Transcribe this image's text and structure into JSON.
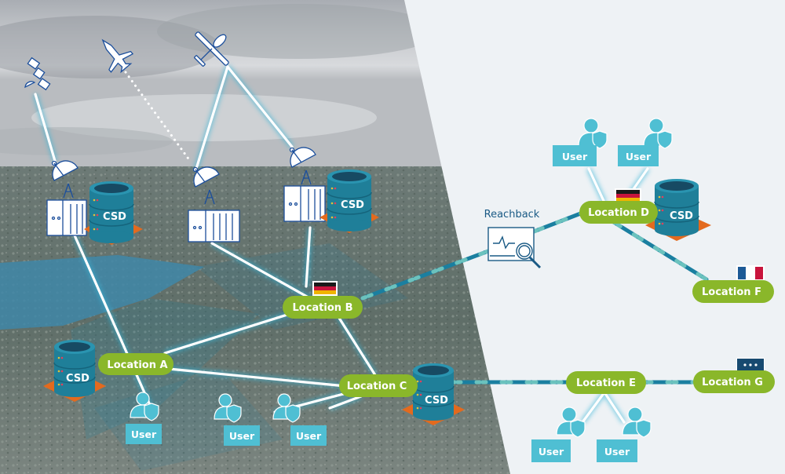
{
  "colors": {
    "location_green": "#8ab72a",
    "user_cyan": "#4fbfd3",
    "csd_teal": "#1f7f99",
    "csd_top": "#174a63",
    "platform_orange": "#e36a1e",
    "link_white": "#ffffff",
    "reachback_link": "#1a7fa0",
    "icon_blue": "#1c4f9c",
    "background_right": "#eef2f5",
    "reachback_text": "#1a5a85"
  },
  "airborne": [
    {
      "name": "satellite",
      "icon": "satellite-icon"
    },
    {
      "name": "fighter-jet",
      "icon": "fighter-jet-icon"
    },
    {
      "name": "drone",
      "icon": "drone-icon"
    }
  ],
  "ground_stations": [
    {
      "name": "station-1",
      "icon": "satellite-dish-icon",
      "has_csd": true
    },
    {
      "name": "station-2",
      "icon": "satellite-dish-icon",
      "has_csd": false
    },
    {
      "name": "station-3",
      "icon": "satellite-dish-icon",
      "has_csd": true
    }
  ],
  "locations": {
    "a": {
      "label": "Location A"
    },
    "b": {
      "label": "Location B",
      "flag": "Germany"
    },
    "c": {
      "label": "Location C"
    },
    "d": {
      "label": "Location D",
      "flag": "Germany"
    },
    "e": {
      "label": "Location E"
    },
    "f": {
      "label": "Location F",
      "flag": "France"
    },
    "g": {
      "label": "Location G",
      "flag": "unknown (ellipsis)"
    }
  },
  "csd_label": "CSD",
  "user_label": "User",
  "reachback": {
    "label": "Reachback",
    "icon": "monitor-search-icon"
  },
  "users": [
    {
      "id": "u1",
      "label": "User",
      "connected_to": "Location A"
    },
    {
      "id": "u2",
      "label": "User",
      "connected_to": "Location C"
    },
    {
      "id": "u3",
      "label": "User",
      "connected_to": "Location C"
    },
    {
      "id": "u4",
      "label": "User",
      "connected_to": "Location D"
    },
    {
      "id": "u5",
      "label": "User",
      "connected_to": "Location D"
    },
    {
      "id": "u6",
      "label": "User",
      "connected_to": "Location E"
    },
    {
      "id": "u7",
      "label": "User",
      "connected_to": "Location E"
    }
  ]
}
